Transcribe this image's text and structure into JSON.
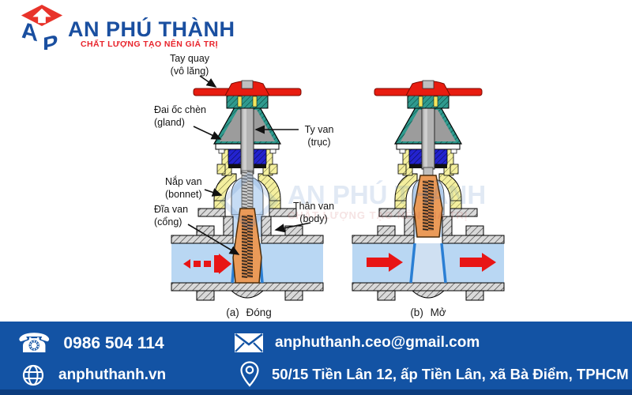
{
  "header": {
    "brand": "AN PHÚ THÀNH",
    "tagline": "CHẤT LƯỢNG TẠO NÊN GIÁ TRỊ"
  },
  "diagram": {
    "labels": {
      "handwheel": {
        "l1": "Tay quay",
        "l2": "(vô lăng)"
      },
      "gland": {
        "l1": "Đai ốc chèn",
        "l2": "(gland)"
      },
      "stem": {
        "l1": "Ty van",
        "l2": "(trục)"
      },
      "bonnet": {
        "l1": "Nắp van",
        "l2": "(bonnet)"
      },
      "disc": {
        "l1": "Đĩa van",
        "l2": "(cổng)"
      },
      "body": {
        "l1": "Thân van",
        "l2": "(body)"
      }
    },
    "captions": {
      "closed": "(a) Đóng",
      "open": "(b) Mở"
    },
    "watermark": {
      "text": "AN PHÚ THÀNH",
      "tagline": "CHẤT LƯỢNG TẠO NÊN GIÁ TRỊ"
    }
  },
  "footer": {
    "phone": "0986 504 114",
    "website": "anphuthanh.vn",
    "email": "anphuthanh.ceo@gmail.com",
    "address": "50/15 Tiền Lân 12, ấp Tiền Lân, xã Bà Điểm, TPHCM"
  },
  "colors": {
    "brand_blue": "#1a4fa0",
    "brand_red": "#e8232b",
    "footer_bg": "#1353a4",
    "valve_red": "#e81c10",
    "valve_teal": "#2f9a8e",
    "valve_yellow": "#f4ef9e",
    "valve_orange": "#ea9a58",
    "fluid_blue": "#b9d7f3"
  }
}
